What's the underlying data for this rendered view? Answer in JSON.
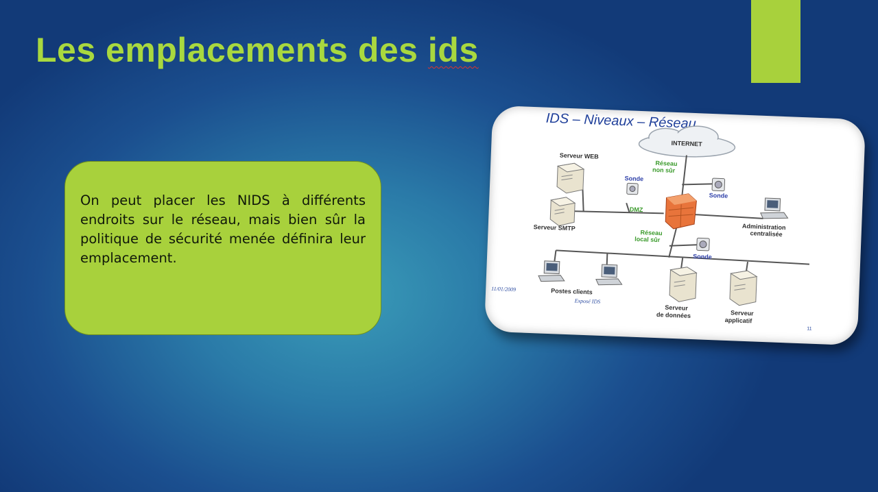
{
  "slide": {
    "title": "Les emplacements des ids",
    "body_text": "On peut placer les NIDS à différents endroits sur le réseau, mais bien sûr la politique de sécurité menée définira leur emplacement."
  },
  "colors": {
    "accent_green": "#a8d13c",
    "title_green": "#a9d83f",
    "background_blue": "#1b4f8f"
  },
  "diagram": {
    "heading": "IDS – Niveaux – Réseau",
    "internet": "INTERNET",
    "zone_non_sur": [
      "Réseau",
      "non sûr"
    ],
    "zone_dmz": "DMZ",
    "zone_local_sur": [
      "Réseau",
      "local sûr"
    ],
    "sonde": "Sonde",
    "serveur_web": "Serveur WEB",
    "serveur_smtp": "Serveur SMTP",
    "administration": [
      "Administration",
      "centralisée"
    ],
    "postes_clients": "Postes clients",
    "expose": "Exposé IDS",
    "serveur_donnees": [
      "Serveur",
      "de données"
    ],
    "serveur_applicatif": [
      "Serveur",
      "applicatif"
    ],
    "date": "11/01/2009",
    "page": "11"
  }
}
